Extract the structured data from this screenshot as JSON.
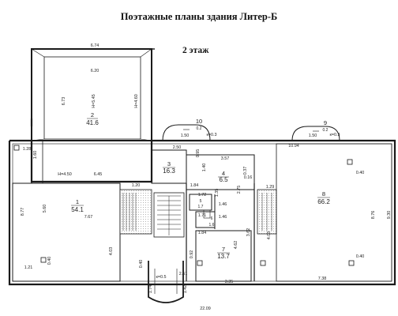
{
  "header": {
    "title": "Поэтажные планы здания Литер-Б",
    "floor_label": "2 этаж"
  },
  "rooms": {
    "r1": {
      "num": "1",
      "area": "54.1"
    },
    "r2": {
      "num": "2",
      "area": "41.6"
    },
    "r3": {
      "num": "3",
      "area": "16.3"
    },
    "r4": {
      "num": "4",
      "area": "6.5"
    },
    "r5": {
      "num": "5",
      "area": "1.7"
    },
    "r6": {
      "num": "6",
      "area": "1.6"
    },
    "r7": {
      "num": "7",
      "area": "13.7"
    },
    "r8": {
      "num": "8",
      "area": "66.2"
    },
    "r9": {
      "num": "9",
      "area": "0.2"
    },
    "r10": {
      "num": "10",
      "area": "0.2"
    }
  },
  "dims": {
    "d_674": "6.74",
    "d_620": "6.20",
    "d_673": "6.73",
    "d_h545": "H=5.45",
    "d_h460": "H=4.60",
    "d_k03a": "к=0.3",
    "d_k03b": "к=0.3",
    "d_150a": "1.50",
    "d_150b": "1.50",
    "d_250": "2.50",
    "d_095": "0.95",
    "d_1094": "10.94",
    "d_128": "1.28",
    "d_160": "1.60",
    "d_h450": "H=4.50",
    "d_645": "6.45",
    "d_357": "3.57",
    "d_140": "1.40",
    "d_037": "0.37",
    "d_016": "0.16",
    "d_040a": "0.40",
    "d_120": "1.20",
    "d_184a": "1.84",
    "d_275": "2.75",
    "d_129": "1.29",
    "d_877": "8.77",
    "d_560": "5.60",
    "d_767": "7.67",
    "d_172": "1.72",
    "d_146a": "1.46",
    "d_146b": "1.46",
    "d_171": "1.71",
    "d_184b": "1.84",
    "d_135": "1.35",
    "d_403a": "4.03",
    "d_403b": "4.03",
    "d_876": "8.76",
    "d_930": "9.30",
    "d_462": "4.62",
    "d_362": "3.62",
    "d_121": "1.21",
    "d_040b": "0.40",
    "d_040c": "0.40",
    "d_092": "0.92",
    "d_040d": "0.40",
    "d_k05": "к=0.5",
    "d_251": "2.51",
    "d_174": "1.74",
    "d_142": "1.42",
    "d_335": "3.35",
    "d_738": "7.38",
    "d_2209": "22.09"
  },
  "colors": {
    "wall": "#1a1a1a",
    "stair_hatch": "#444444"
  }
}
